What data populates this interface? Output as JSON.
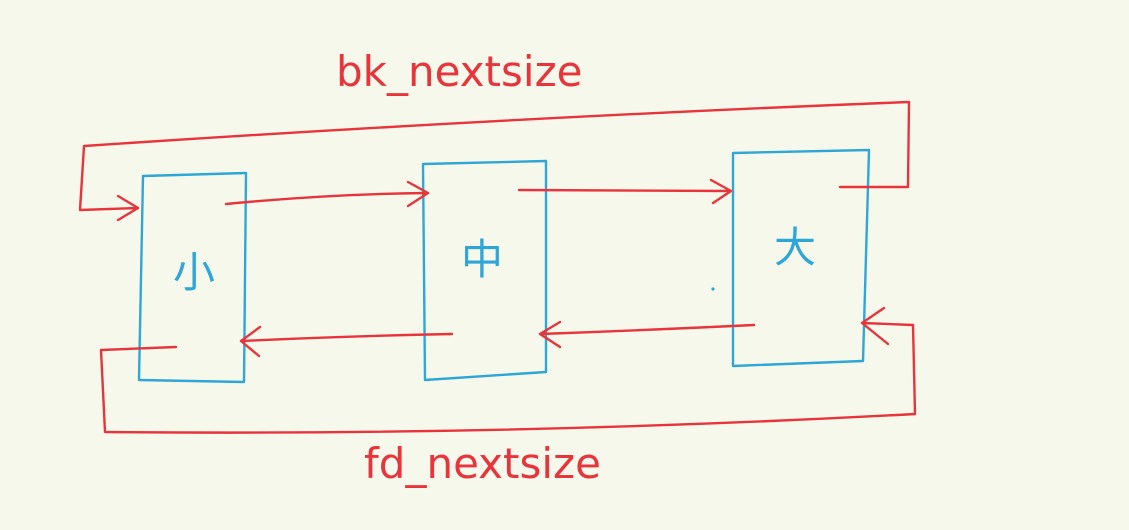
{
  "labels": {
    "top": "bk_nextsize",
    "bottom": "fd_nextsize"
  },
  "nodes": [
    {
      "label": "小"
    },
    {
      "label": "中"
    },
    {
      "label": "大"
    }
  ],
  "colors": {
    "background": "#f7f8ec",
    "pointer": "#e8343a",
    "chunk": "#2ea6d8"
  }
}
